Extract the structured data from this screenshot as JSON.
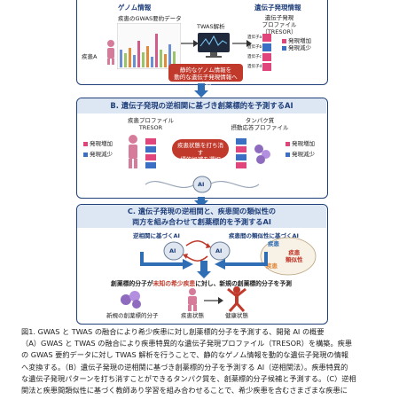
{
  "panel_a": {
    "genome_label": "ゲノム情報",
    "expression_label": "遺伝子発現情報",
    "gwas_label": "疾患のGWAS要約データ",
    "twas_label": "TWAS解析",
    "disease_label": "疾患A",
    "tresor_label": "遺伝子発現\nプロファイル（TRESOR）",
    "gene_labels": [
      "遺伝子a",
      "遺伝子b",
      "遺伝子c",
      "遺伝子d"
    ],
    "legend_up": "発現増加",
    "legend_down": "発現減少",
    "conversion_box": "静的なゲノム情報を\n動的な遺伝子発現情報へ変換"
  },
  "panel_b": {
    "title": "B. 遺伝子発現の逆相関に基づき創薬標的を予測するAI",
    "left_label": "疾患プロファイル\nTRESOR",
    "right_label": "タンパク質\n摂動応答プロファイル",
    "center_box": "疾患状態を打ち消す\n標的候補を選択",
    "legend_up": "発現増加",
    "legend_down": "発現減少",
    "ai_label": "AI"
  },
  "panel_c": {
    "title_line1": "C. 遺伝子発現の逆相関と、疾患間の類似性の",
    "title_line2": "両方を組み合わせて創薬標的を予測するAI",
    "left_label": "逆相関に基づくAI",
    "right_label": "疾患間の類似性に基づくAI",
    "disease_tags": [
      "疾患",
      "疾患\n類似性",
      "疾患"
    ],
    "predict_prefix": "創薬標的分子が",
    "predict_highlight": "未知の希少疾患",
    "predict_suffix": "に対し、新規の創薬標的分子を予測",
    "fig_labels": [
      "新規の創薬標的分子",
      "疾患状態",
      "健康状態"
    ],
    "ai_label": "AI"
  },
  "caption": {
    "lines": [
      "図1. GWAS と TWAS の融合により希少疾患に対し創薬標的分子を予測する、開発 AI の概要",
      "（A）GWAS と TWAS の融合により疾患特異的な遺伝子発現プロファイル（TRESOR）を構築。疾患",
      "の GWAS 要約データに対し TWAS 解析を行うことで、静的なゲノム情報を動的な遺伝子発現の情報",
      "へ変換する。（B）遺伝子発現の逆相関に基づき創薬標的分子を予測する AI（逆相関法）。疾患特異的",
      "な遺伝子発現パターンを打ち消すことができるタンパク質を、創薬標的分子候補と予測する。（C）逆相",
      "関法と疾患間類似性に基づく教師あり学習を組み合わせることで、希少疾患を含むさまざまな疾患に"
    ]
  },
  "colors": {
    "navy": "#1f3f7a",
    "header_fill": "#dde6f3",
    "accent_red": "#c0392b",
    "up_pink": "#e0457b",
    "down_blue": "#3a6fc4",
    "arrow_blue": "#2f6db5"
  }
}
